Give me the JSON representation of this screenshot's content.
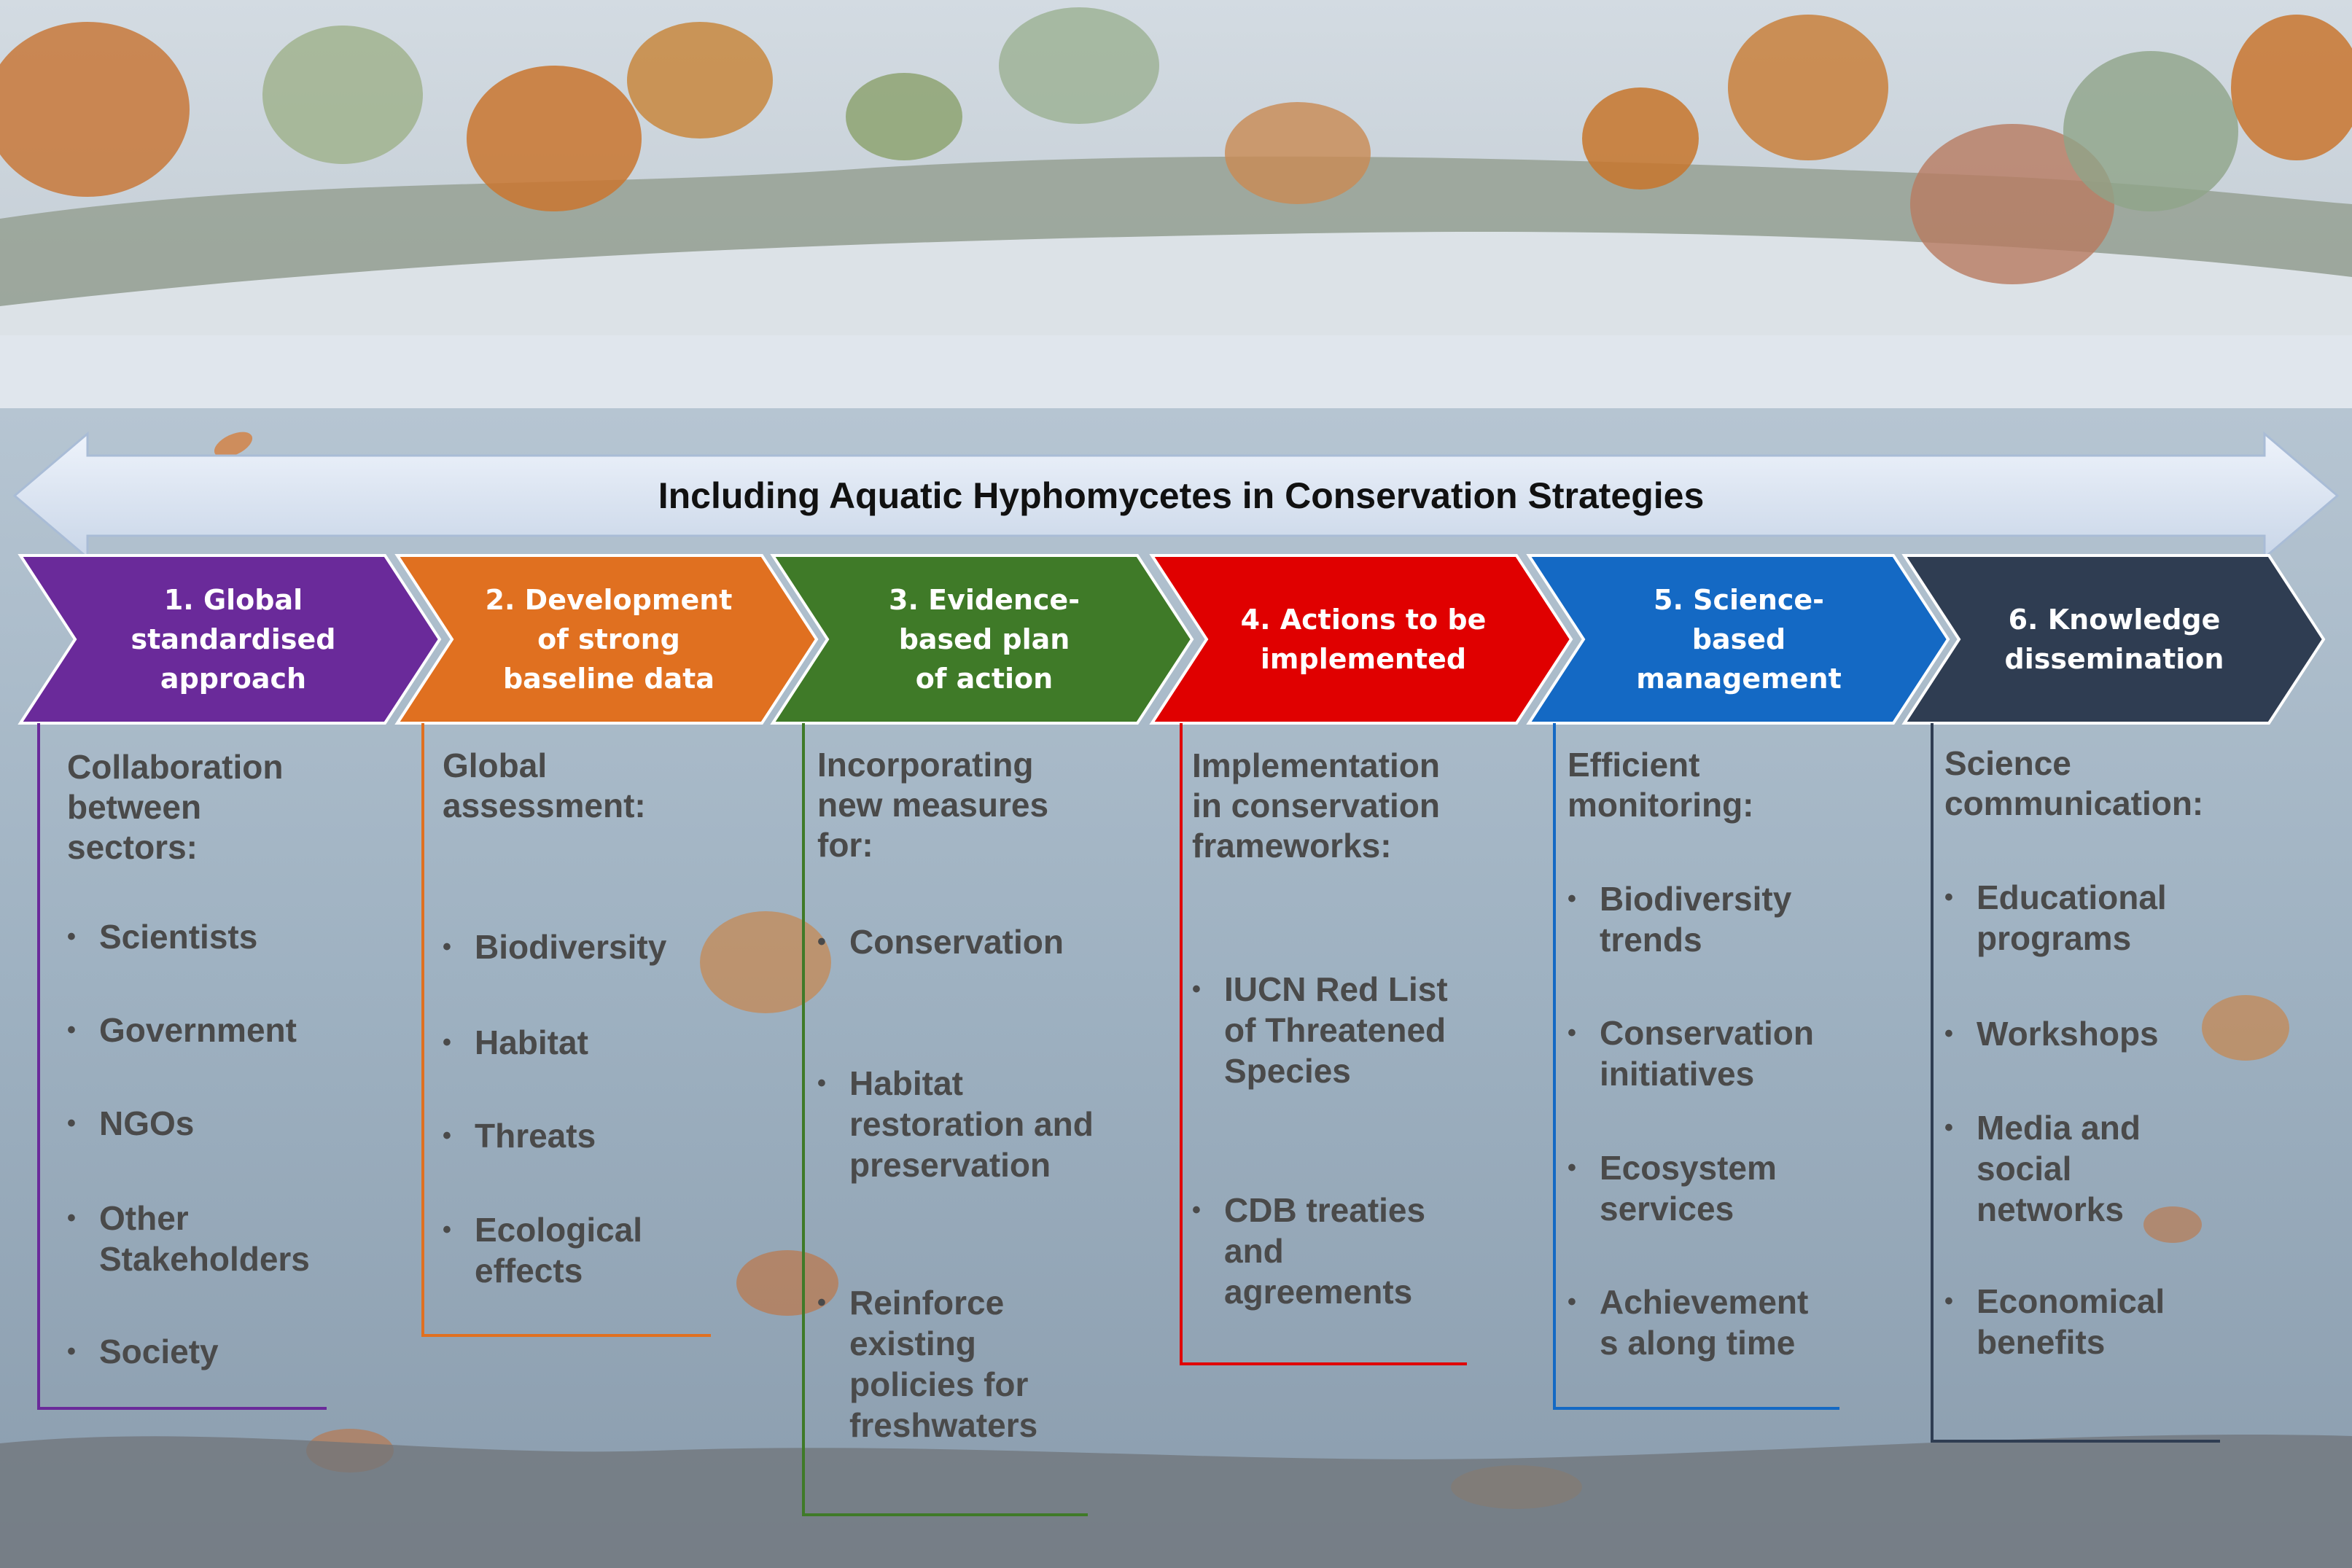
{
  "banner": {
    "title": "Including Aquatic Hyphomycetes in Conservation Strategies"
  },
  "colors": {
    "sky": "#c9d3dc",
    "water": "#9fb1c2",
    "banner_arrow": "#dde6f2",
    "step1": "#6a2a9a",
    "step2": "#e07020",
    "step3": "#3f7a28",
    "step4": "#e00000",
    "step5": "#1469c4",
    "step6": "#2f3d52"
  },
  "steps": [
    {
      "label": "1. Global\nstandardised\napproach",
      "heading": "Collaboration\nbetween\nsectors:",
      "items": [
        "Scientists",
        "Government",
        "NGOs",
        "Other\nStakeholders",
        "Society"
      ]
    },
    {
      "label": "2. Development\nof strong\nbaseline data",
      "heading": "Global\nassessment:",
      "items": [
        "Biodiversity",
        "Habitat",
        "Threats",
        "Ecological\neffects"
      ]
    },
    {
      "label": "3. Evidence-\nbased plan\nof action",
      "heading": "Incorporating\nnew measures\nfor:",
      "items": [
        "Conservation",
        "Habitat\nrestoration and\npreservation",
        "Reinforce\nexisting\npolicies for\nfreshwaters"
      ]
    },
    {
      "label": "4. Actions to be\nimplemented",
      "heading": "Implementation\nin conservation\nframeworks:",
      "items": [
        "IUCN Red List\nof Threatened\nSpecies",
        "CDB treaties\nand\nagreements"
      ]
    },
    {
      "label": "5. Science-\nbased\nmanagement",
      "heading": "Efficient\nmonitoring:",
      "items": [
        "Biodiversity\ntrends",
        "Conservation\ninitiatives",
        "Ecosystem\nservices",
        "Achievement\ns along time"
      ]
    },
    {
      "label": "6. Knowledge\ndissemination",
      "heading": "Science\ncommunication:",
      "items": [
        "Educational\nprograms",
        "Workshops",
        "Media and\nsocial\nnetworks",
        "Economical\nbenefits"
      ]
    }
  ]
}
